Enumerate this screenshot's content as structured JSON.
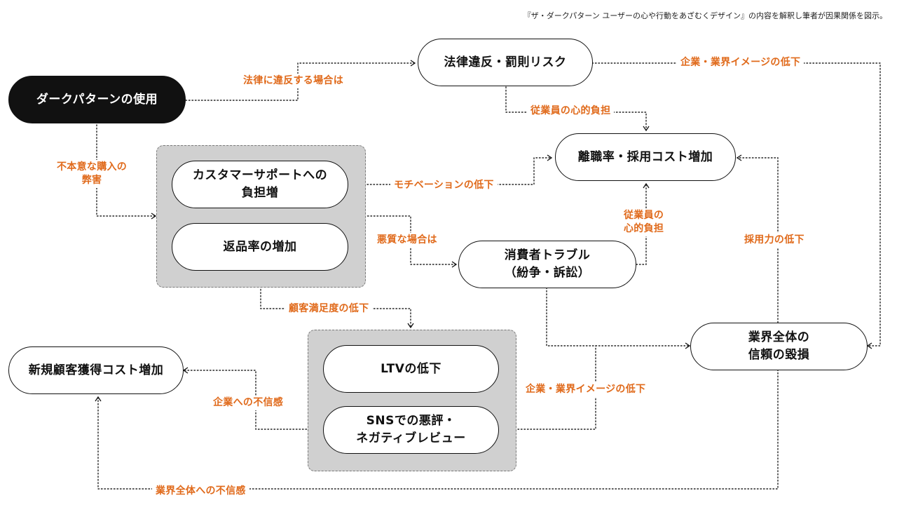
{
  "caption": "『ザ・ダークパターン ユーザーの心や行動をあざむくデザイン』の内容を解釈し筆者が因果関係を図示。",
  "nodes": {
    "dark_pattern": "ダークパターンの使用",
    "legal_risk": "法律違反・罰則リスク",
    "turnover": "離職率・採用コスト増加",
    "support_line1": "カスタマーサポートへの",
    "support_line2": "負担増",
    "returns": "返品率の増加",
    "trouble_line1": "消費者トラブル",
    "trouble_line2": "（紛争・訴訟）",
    "trust_line1": "業界全体の",
    "trust_line2": "信頼の毀損",
    "ltv": "LTVの低下",
    "sns_line1": "SNSでの悪評・",
    "sns_line2": "ネガティブレビュー",
    "acquisition": "新規顧客獲得コスト増加"
  },
  "labels": {
    "if_illegal": "法律に違反する場合は",
    "unintended_line1": "不本意な購入の",
    "unintended_line2": "弊害",
    "image_drop_top": "企業・業界イメージの低下",
    "staff_burden": "従業員の心的負担",
    "motivation_drop": "モチベーションの低下",
    "if_malicious": "悪質な場合は",
    "staff_burden2_line1": "従業員の",
    "staff_burden2_line2": "心的負担",
    "recruit_drop": "採用力の低下",
    "satisfaction_drop": "顧客満足度の低下",
    "image_drop_bottom": "企業・業界イメージの低下",
    "distrust_company": "企業への不信感",
    "distrust_industry": "業界全体への不信感"
  }
}
